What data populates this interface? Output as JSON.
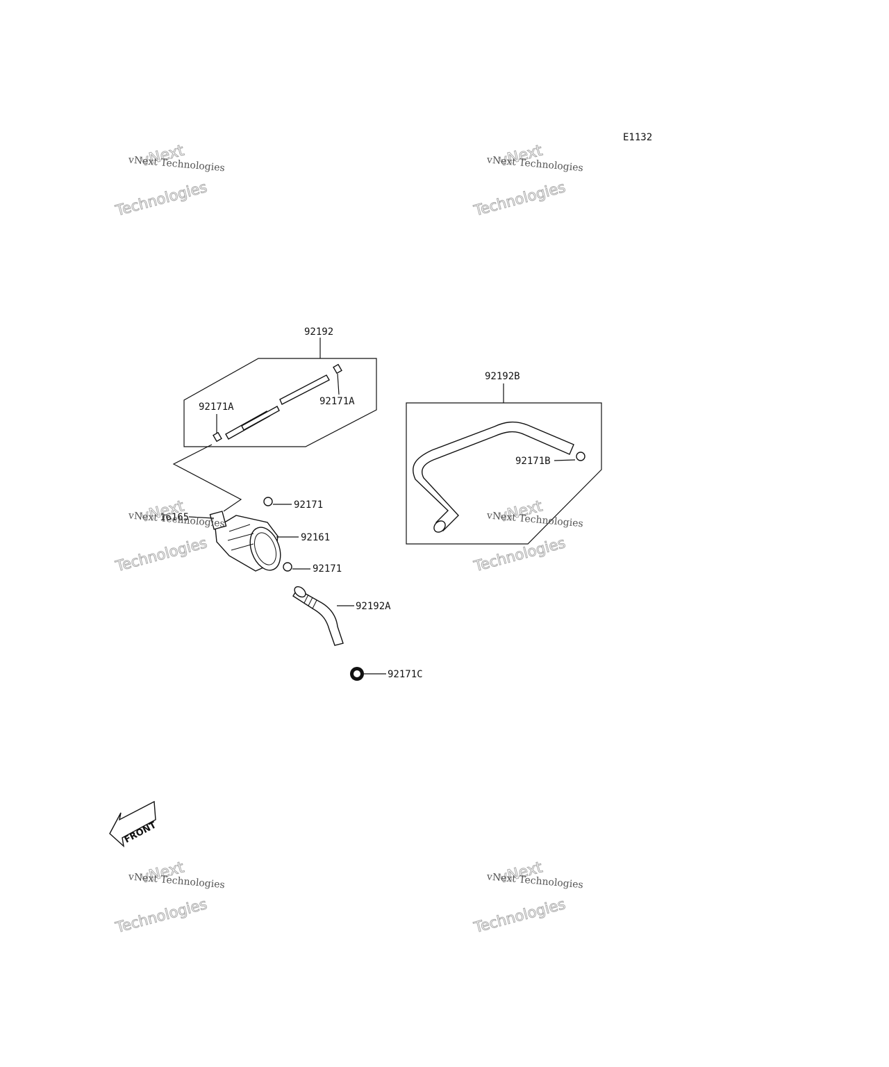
{
  "diagram_code": "E1132",
  "labels": {
    "hose_set_top": "92192",
    "clamp_a_left": "92171A",
    "clamp_a_right": "92171A",
    "hose_b": "92192B",
    "clamp_b": "92171B",
    "clamp_upper": "92171",
    "fitting": "16165",
    "filter": "92161",
    "clamp_lower": "92171",
    "hose_a": "92192A",
    "clamp_c": "92171C"
  },
  "front_arrow": "FRONT",
  "watermark": {
    "line1": "vNext Technologies",
    "line2": "Technologies",
    "line3": "vNext"
  }
}
